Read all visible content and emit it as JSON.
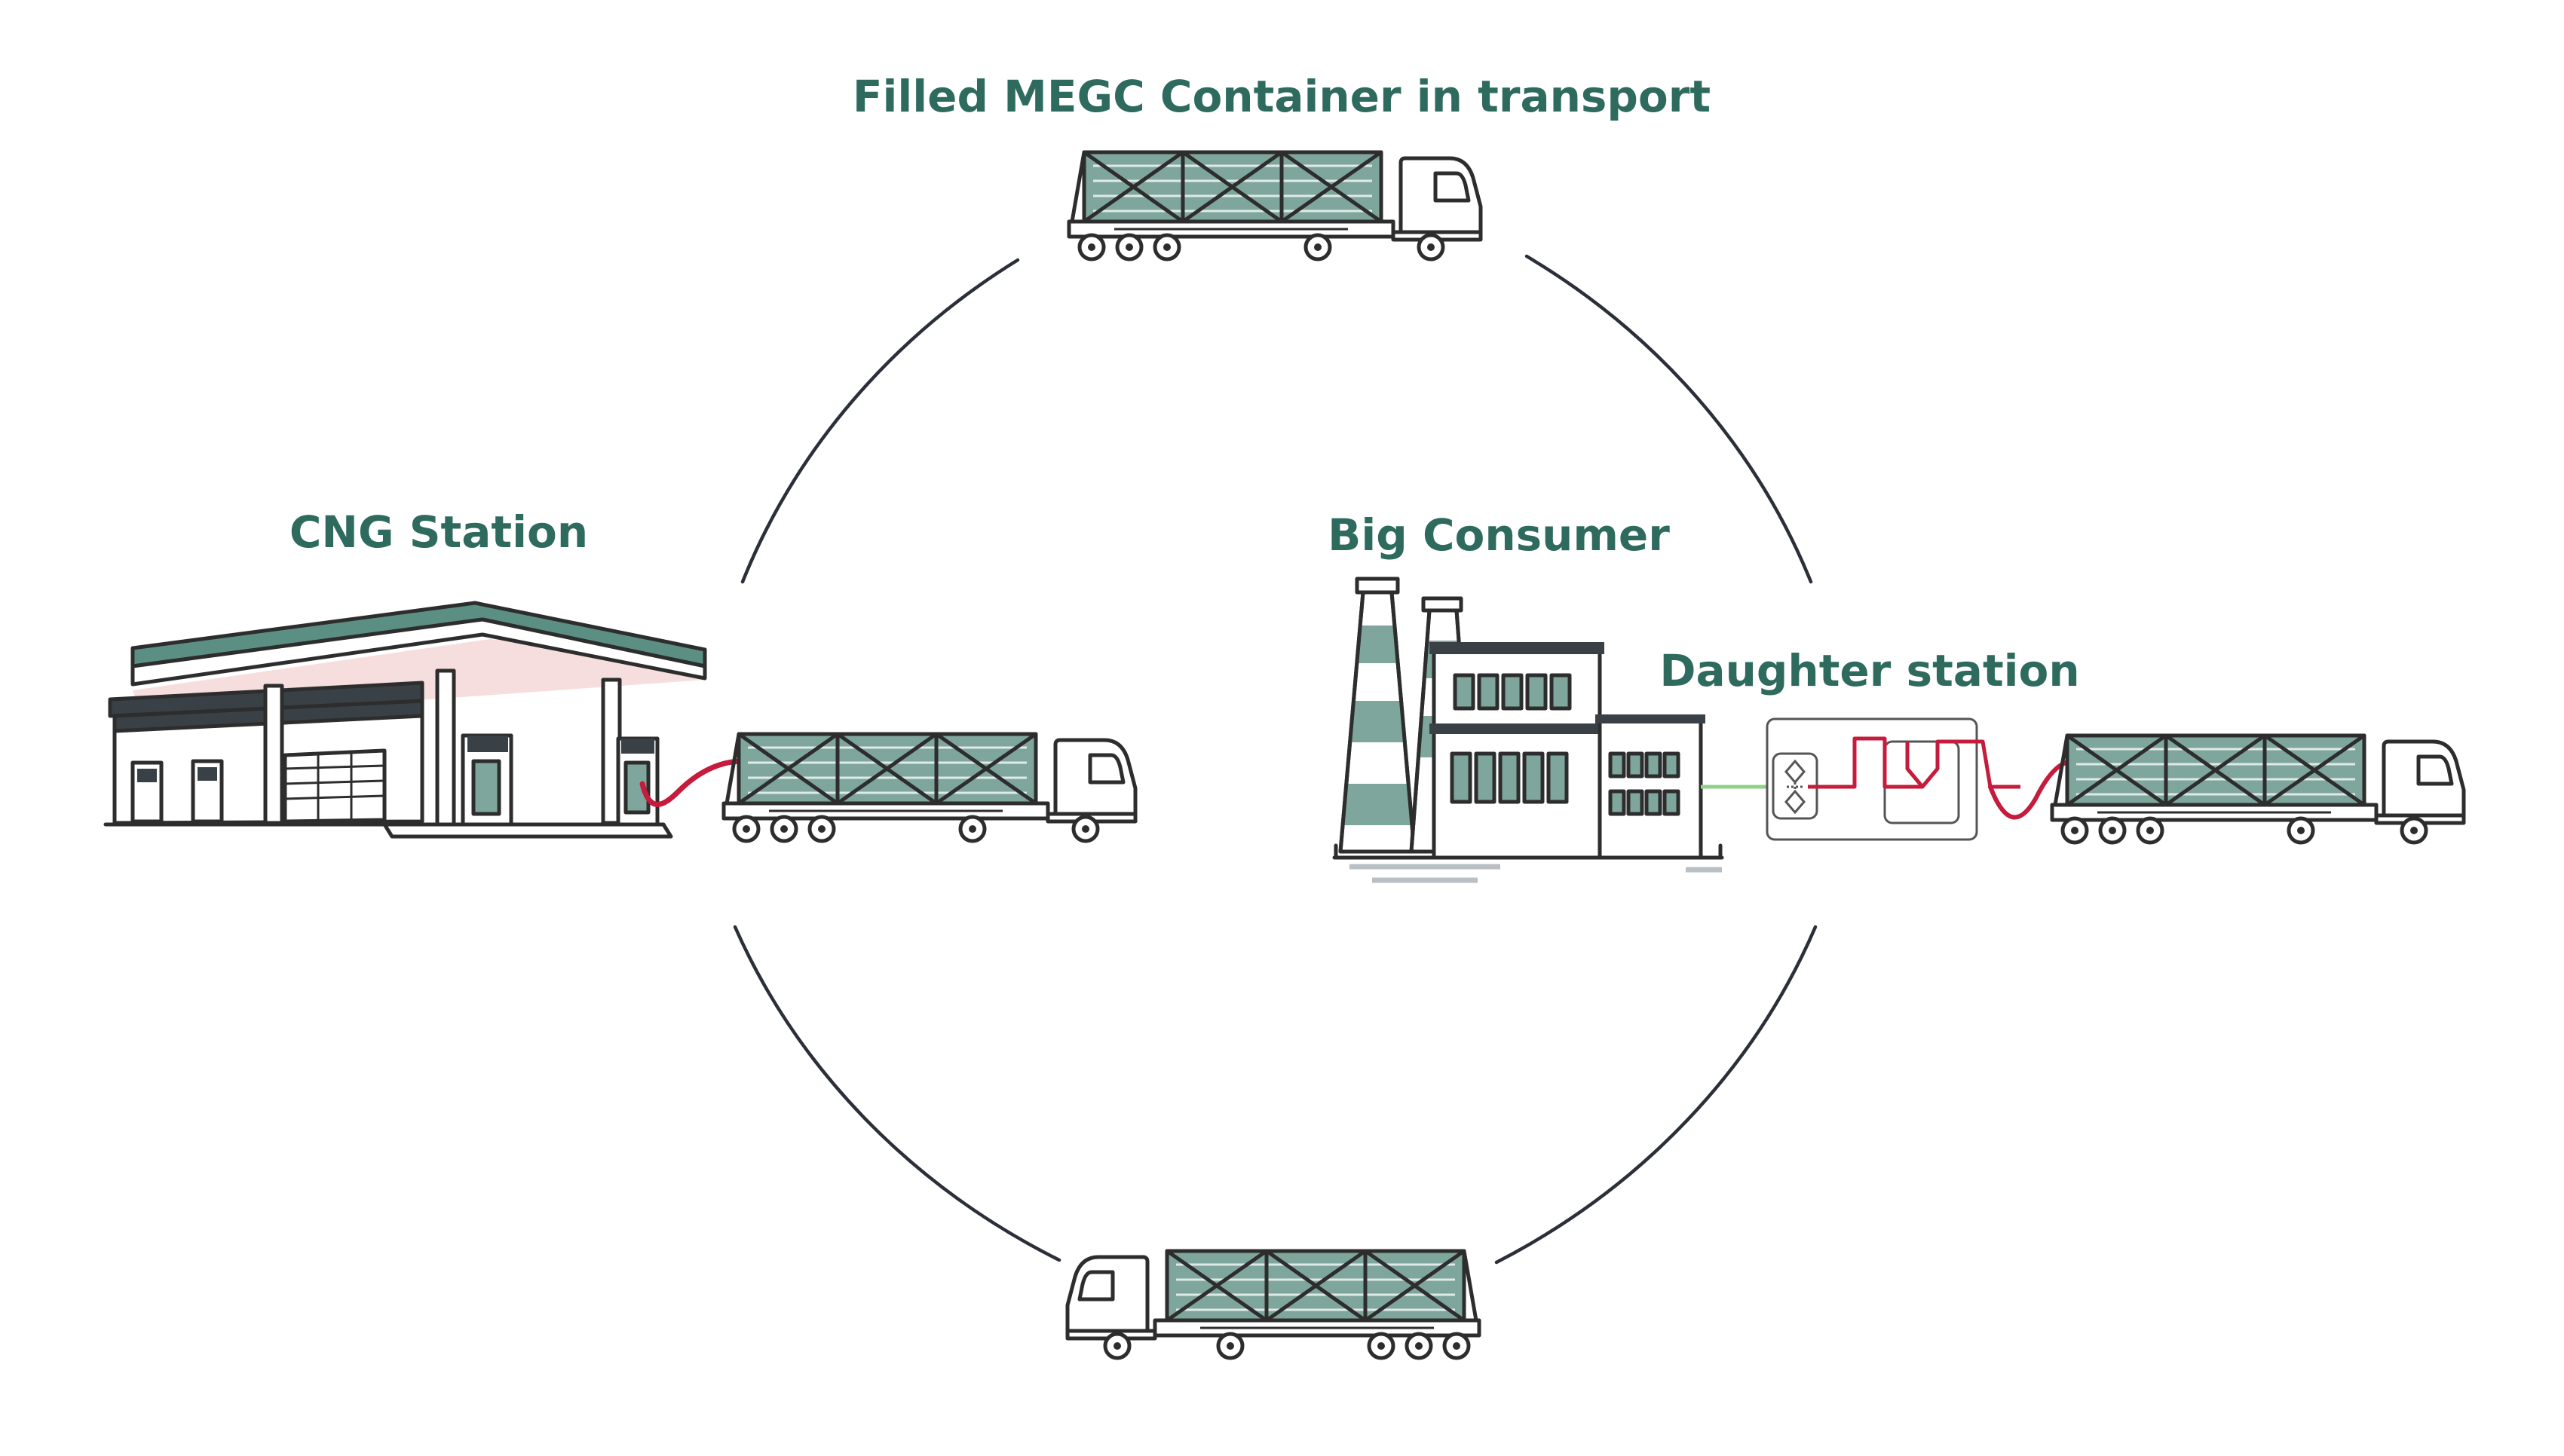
{
  "labels": {
    "top": "Filled MEGC Container in transport",
    "left": "CNG Station",
    "right": "Big Consumer",
    "daughter": "Daughter station"
  },
  "colors": {
    "label": "#2e6b5e",
    "teal_fill": "#7fa69c",
    "roof": "#5c8f84",
    "canopy_underside": "#f6dede",
    "dark": "#3a4146",
    "hose": "#c51b3c",
    "pipe": "#8fd18a",
    "ground": "#b8c0c4"
  },
  "icons": {
    "truck": "megc-truck-icon",
    "cng_station": "gas-station-icon",
    "factory": "factory-icon",
    "daughter_station": "pressure-reduction-unit-icon"
  }
}
